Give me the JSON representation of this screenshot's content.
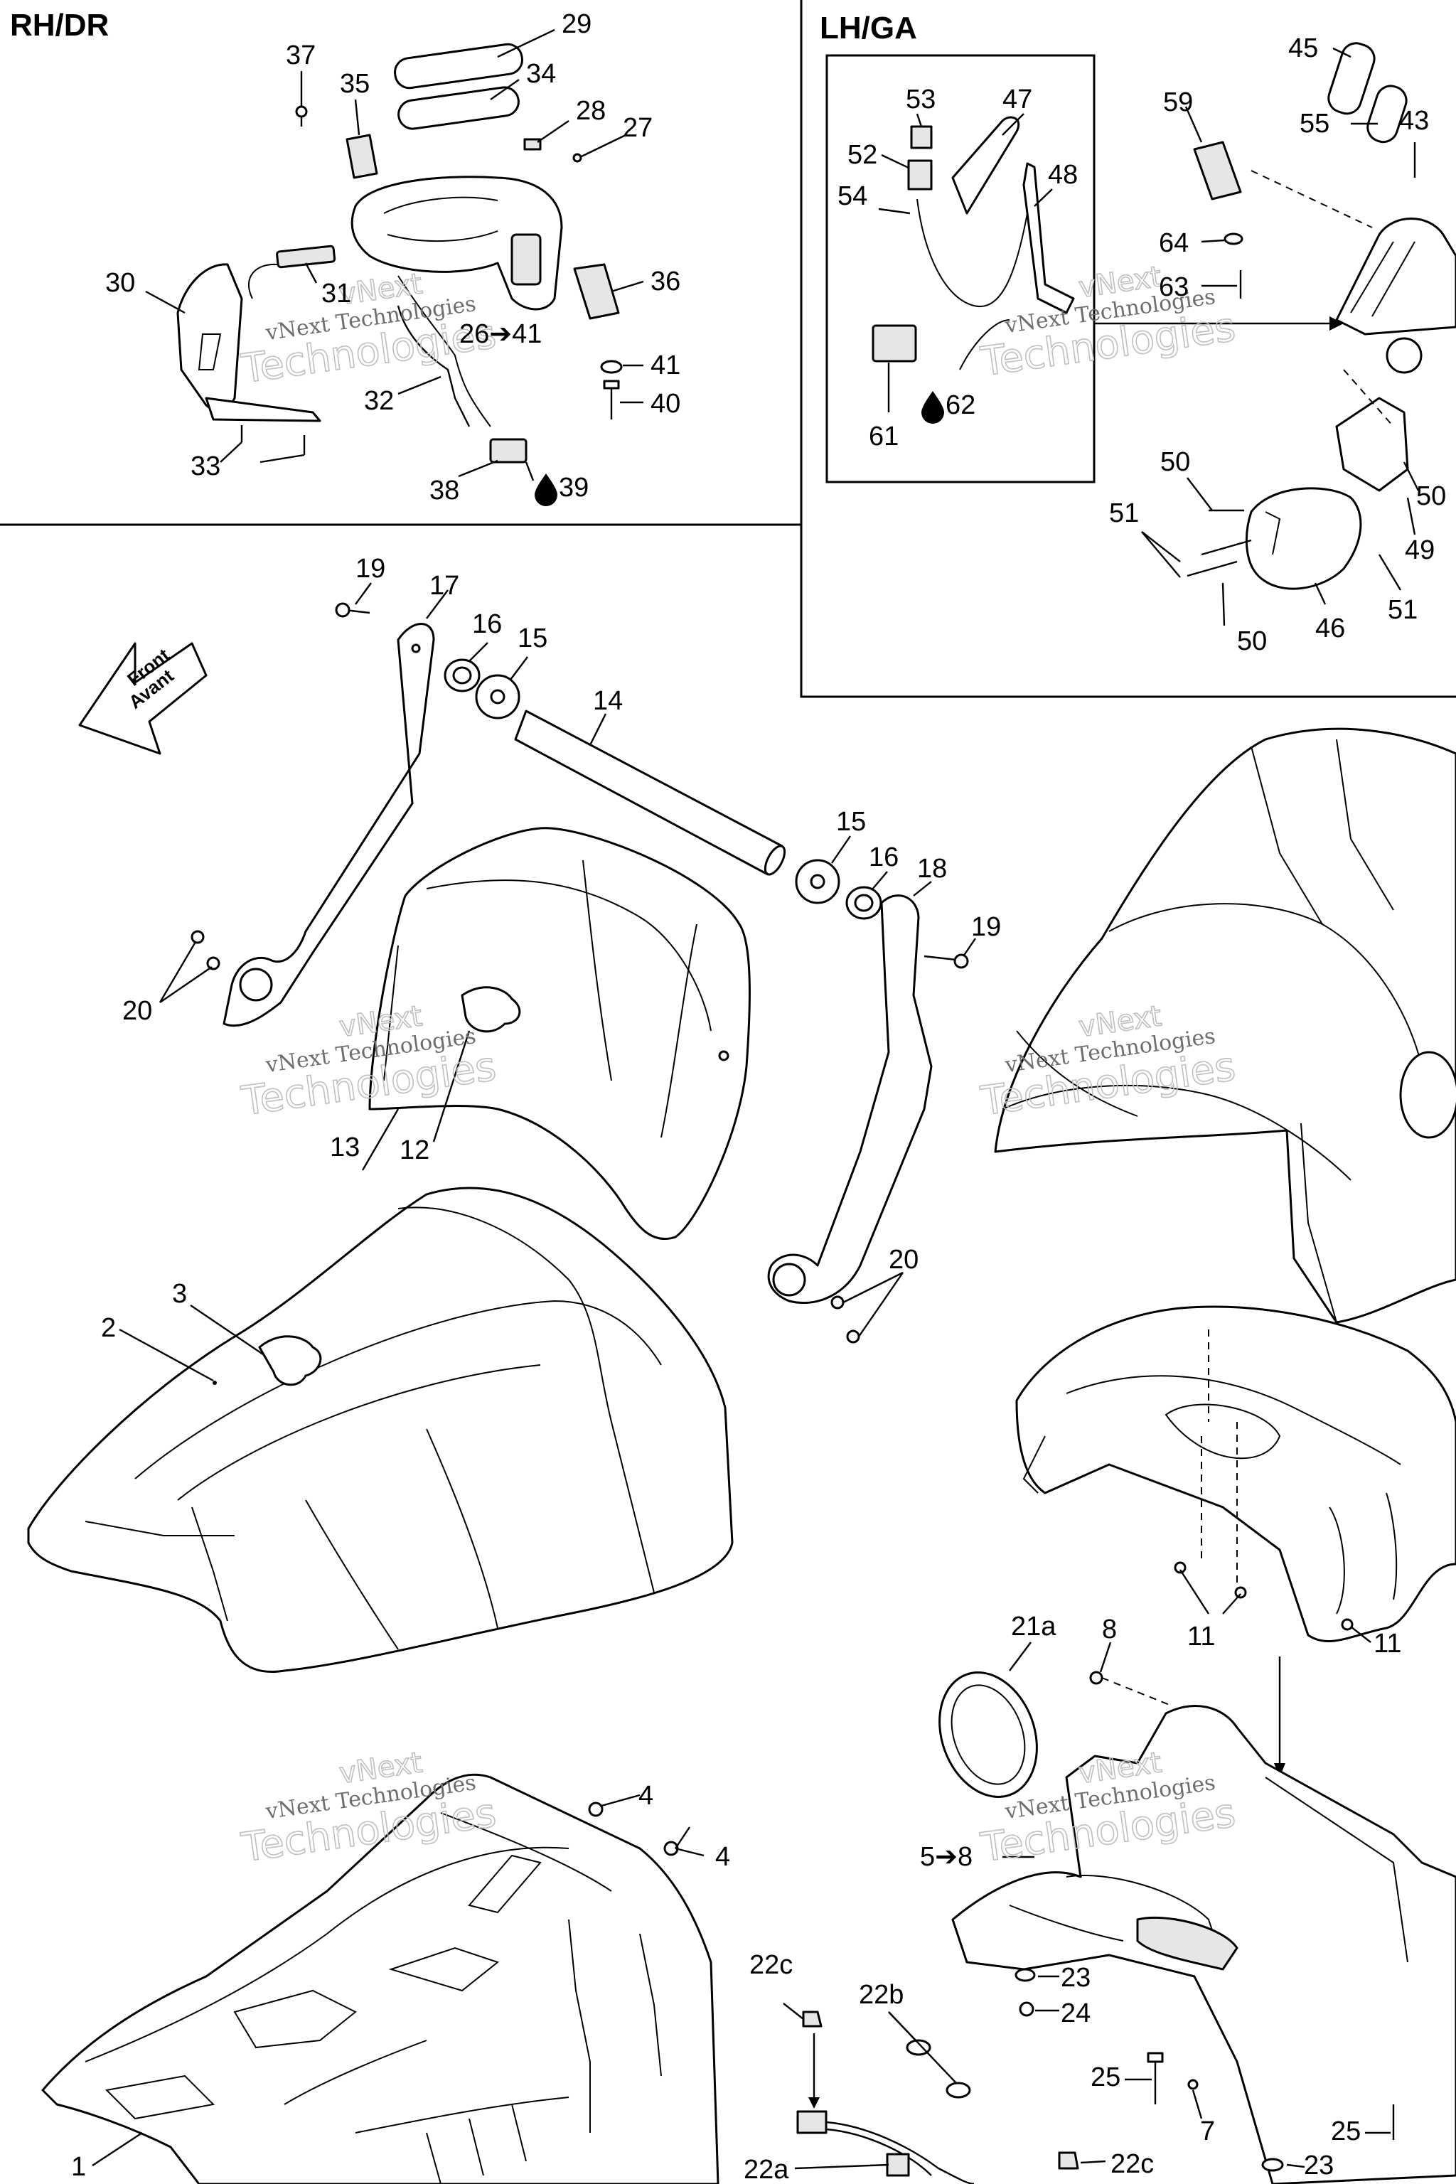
{
  "sections": {
    "rh": "RH/DR",
    "lh": "LH/GA"
  },
  "direction": {
    "line1": "Front",
    "line2": "Avant"
  },
  "watermark": {
    "line1": "vNext Technologies",
    "line2": "vNext",
    "line3": "Technologies"
  },
  "callouts": {
    "c29": "29",
    "c37": "37",
    "c35": "35",
    "c34": "34",
    "c28": "28",
    "c27": "27",
    "c30": "30",
    "c31": "31",
    "c36": "36",
    "c26": "26➔41",
    "c41": "41",
    "c32": "32",
    "c40": "40",
    "c33": "33",
    "c38": "38",
    "c39": "39",
    "c45": "45",
    "c53": "53",
    "c47": "47",
    "c59": "59",
    "c55": "55",
    "c43": "43",
    "c52": "52",
    "c48": "48",
    "c54": "54",
    "c64": "64",
    "c63": "63",
    "c61": "61",
    "c62": "62",
    "c50a": "50",
    "c50b": "50",
    "c50c": "50",
    "c51a": "51",
    "c51b": "51",
    "c49": "49",
    "c46": "46",
    "c19a": "19",
    "c17": "17",
    "c16a": "16",
    "c15a": "15",
    "c14": "14",
    "c15b": "15",
    "c16b": "16",
    "c18": "18",
    "c19b": "19",
    "c20a": "20",
    "c13": "13",
    "c12": "12",
    "c20b": "20",
    "c3": "3",
    "c2": "2",
    "c11a": "11",
    "c11b": "11",
    "c21a": "21a",
    "c8": "8",
    "c4a": "4",
    "c4b": "4",
    "c5": "5➔8",
    "c22c_a": "22c",
    "c22b": "22b",
    "c23a": "23",
    "c24": "24",
    "c25a": "25",
    "c7": "7",
    "c25b": "25",
    "c1": "1",
    "c22a": "22a",
    "c22c_b": "22c",
    "c23b": "23"
  }
}
